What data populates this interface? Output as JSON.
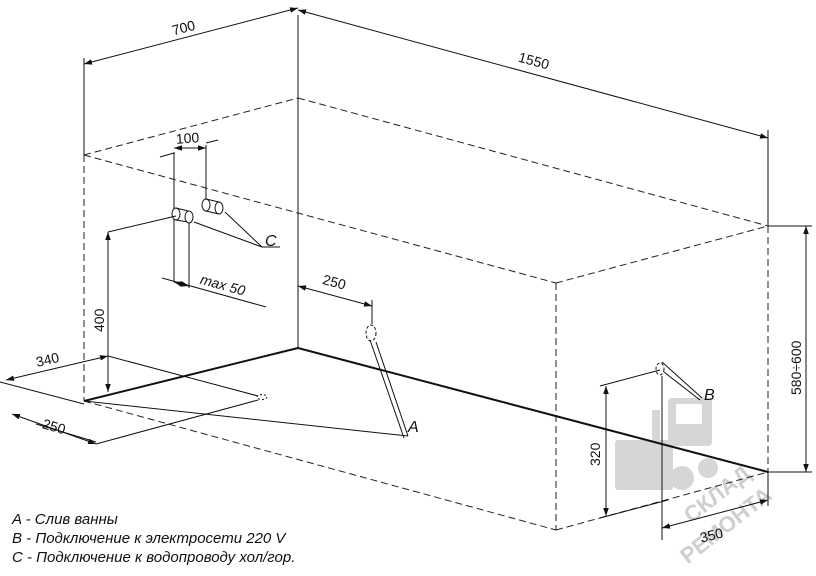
{
  "dimensions": {
    "width_top": "700",
    "length_top": "1550",
    "height_right": "580÷600",
    "supply_spacing": "100",
    "supply_offset": "max 50",
    "supply_height": "400",
    "drain_offset": "250",
    "front_depth": "340",
    "front_offset": "250",
    "power_height": "320",
    "power_offset": "350"
  },
  "points": {
    "a": "A",
    "b": "B",
    "c": "C"
  },
  "legend": [
    "A - Слив ванны",
    "B - Подключение к электросети 220 V",
    "C - Подключение к водопроводу хол/гор."
  ],
  "watermark": {
    "line1": "СКЛАД",
    "line2": "РЕМОНТА",
    "color": "#c9c9c9"
  }
}
